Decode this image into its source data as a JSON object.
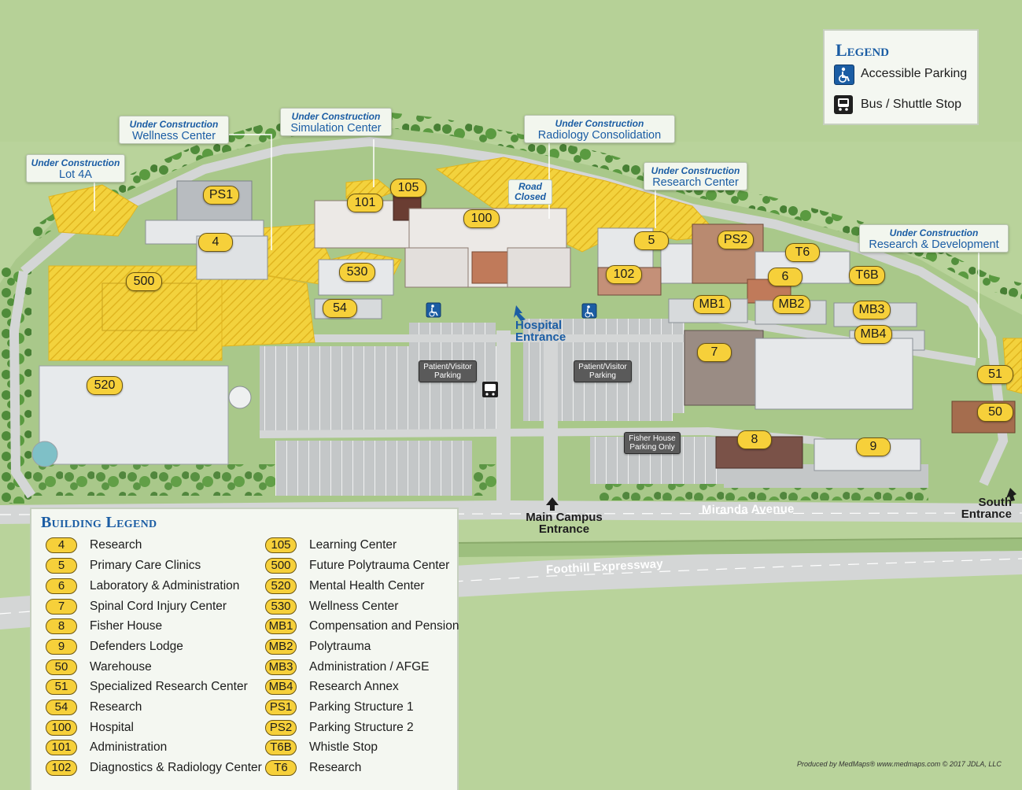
{
  "legend": {
    "title": "Legend",
    "items": [
      {
        "icon": "accessible-parking-icon",
        "label": "Accessible Parking"
      },
      {
        "icon": "bus-icon",
        "label": "Bus / Shuttle Stop"
      }
    ]
  },
  "callouts": [
    {
      "id": "lot4a",
      "status": "Under Construction",
      "name": "Lot 4A"
    },
    {
      "id": "wellness",
      "status": "Under Construction",
      "name": "Wellness Center"
    },
    {
      "id": "simulation",
      "status": "Under Construction",
      "name": "Simulation Center"
    },
    {
      "id": "radiology",
      "status": "Under Construction",
      "name": "Radiology Consolidation"
    },
    {
      "id": "research-center",
      "status": "Under Construction",
      "name": "Research Center"
    },
    {
      "id": "rnd",
      "status": "Under Construction",
      "name": "Research & Development"
    }
  ],
  "road_closed": {
    "line1": "Road",
    "line2": "Closed"
  },
  "markers": [
    "PS1",
    "4",
    "101",
    "105",
    "100",
    "500",
    "530",
    "54",
    "5",
    "PS2",
    "T6",
    "6",
    "T6B",
    "102",
    "MB1",
    "MB2",
    "MB3",
    "MB4",
    "7",
    "520",
    "51",
    "50",
    "8",
    "9"
  ],
  "parking_tags": [
    {
      "line1": "Patient/Visitor",
      "line2": "Parking"
    },
    {
      "line1": "Patient/Visitor",
      "line2": "Parking"
    },
    {
      "line1": "Fisher House",
      "line2": "Parking Only"
    }
  ],
  "entrances": {
    "hospital": {
      "line1": "Hospital",
      "line2": "Entrance"
    },
    "main": {
      "line1": "Main Campus",
      "line2": "Entrance"
    },
    "south": {
      "line1": "South",
      "line2": "Entrance"
    }
  },
  "roads": {
    "miranda": "Miranda Avenue",
    "foothill": "Foothill Expressway"
  },
  "building_legend": {
    "title": "Building Legend",
    "left": [
      {
        "num": "4",
        "name": "Research"
      },
      {
        "num": "5",
        "name": "Primary Care Clinics"
      },
      {
        "num": "6",
        "name": "Laboratory & Administration"
      },
      {
        "num": "7",
        "name": "Spinal Cord Injury Center"
      },
      {
        "num": "8",
        "name": "Fisher House"
      },
      {
        "num": "9",
        "name": "Defenders Lodge"
      },
      {
        "num": "50",
        "name": "Warehouse"
      },
      {
        "num": "51",
        "name": "Specialized Research Center"
      },
      {
        "num": "54",
        "name": "Research"
      },
      {
        "num": "100",
        "name": "Hospital"
      },
      {
        "num": "101",
        "name": "Administration"
      },
      {
        "num": "102",
        "name": "Diagnostics & Radiology Center"
      }
    ],
    "right": [
      {
        "num": "105",
        "name": "Learning Center"
      },
      {
        "num": "500",
        "name": "Future Polytrauma Center"
      },
      {
        "num": "520",
        "name": "Mental Health Center"
      },
      {
        "num": "530",
        "name": "Wellness Center"
      },
      {
        "num": "MB1",
        "name": "Compensation and Pension"
      },
      {
        "num": "MB2",
        "name": "Polytrauma"
      },
      {
        "num": "MB3",
        "name": "Administration / AFGE"
      },
      {
        "num": "MB4",
        "name": "Research Annex"
      },
      {
        "num": "PS1",
        "name": "Parking Structure 1"
      },
      {
        "num": "PS2",
        "name": "Parking Structure 2"
      },
      {
        "num": "T6B",
        "name": "Whistle Stop"
      },
      {
        "num": "T6",
        "name": "Research"
      }
    ]
  },
  "credit": "Produced by MedMaps® www.medmaps.com © 2017 JDLA, LLC",
  "colors": {
    "grass": "#b9d39b",
    "campus": "#a9c88a",
    "road": "#d4d6d6",
    "construction": "#f3d23d",
    "marker": "#f6d03a",
    "accent_blue": "#1b5da4",
    "panel": "#f4f7f1"
  }
}
